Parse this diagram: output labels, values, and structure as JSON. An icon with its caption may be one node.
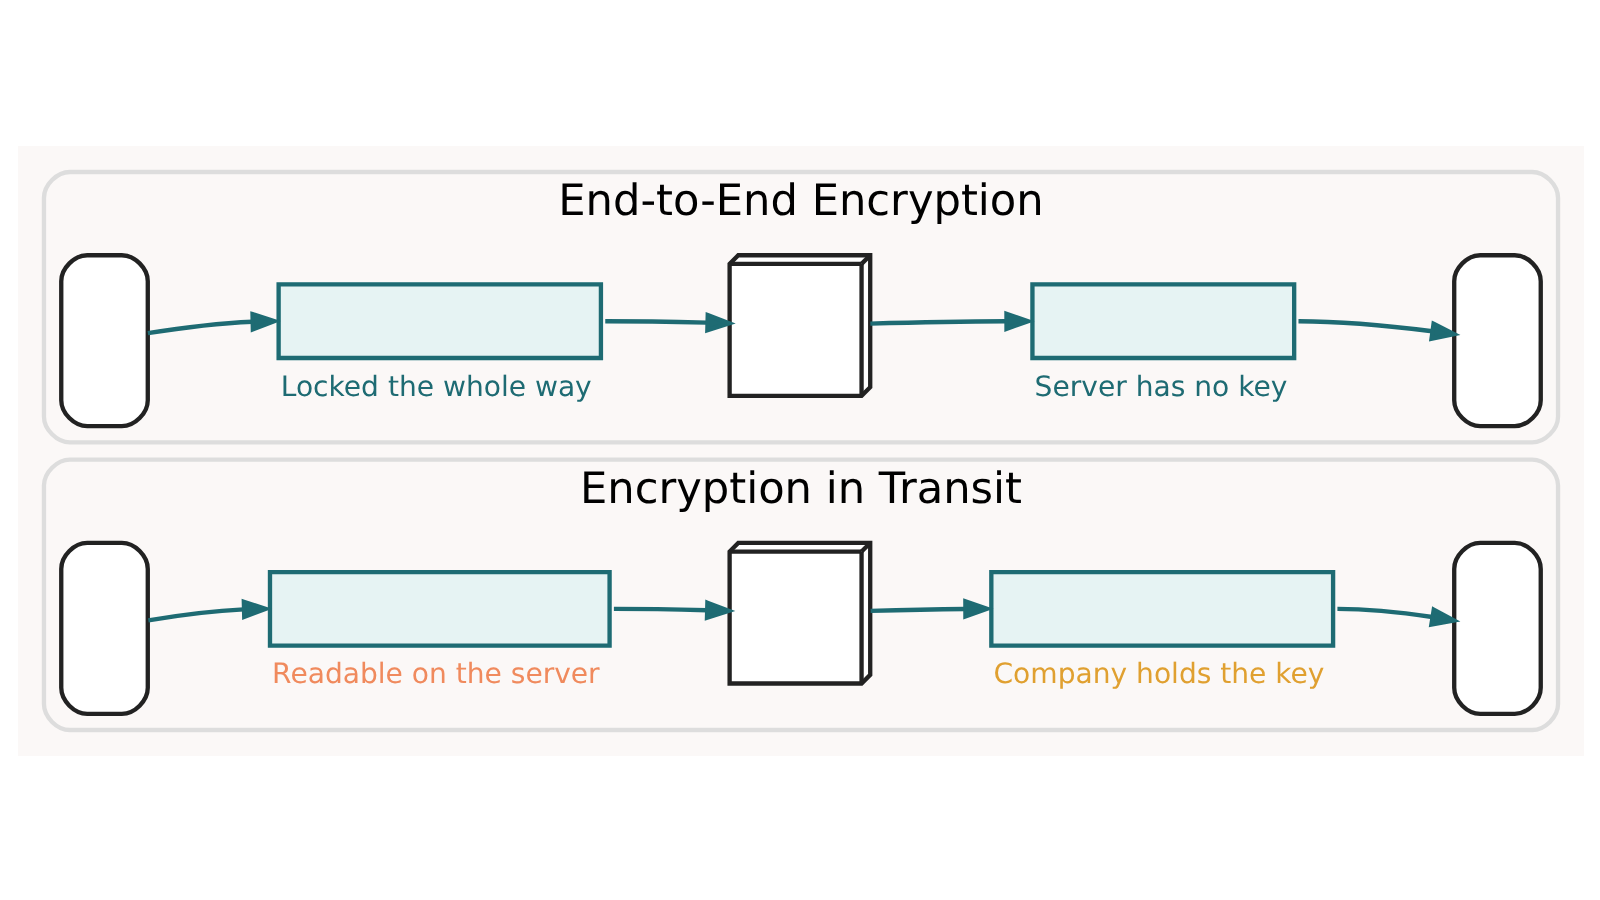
{
  "diagram": {
    "nodes": [
      {
        "text": [
          "End-to-End Encryption"
        ]
      },
      {
        "text": [],
        "shape": "phone",
        "in": 0
      },
      {
        "text": [],
        "shape": "message",
        "in": 0,
        "beside": [
          "Locked the whole way"
        ]
      },
      {
        "text": [],
        "shape": "server",
        "in": 0
      },
      {
        "text": [],
        "shape": "message",
        "in": 0,
        "beside": [
          "Server has no key"
        ]
      },
      {
        "text": [],
        "shape": "phone",
        "in": 0
      },
      {
        "text": [
          "Encryption in Transit"
        ]
      },
      {
        "text": [],
        "shape": "phone",
        "in": 6
      },
      {
        "text": [],
        "shape": "message",
        "in": 6,
        "beside": [
          "Readable on the server"
        ]
      },
      {
        "text": [],
        "shape": "server",
        "in": 6
      },
      {
        "text": [],
        "shape": "message",
        "in": 6,
        "beside": [
          "Company holds the key"
        ]
      },
      {
        "text": [],
        "shape": "phone",
        "in": 6
      }
    ],
    "edges": [
      {
        "from": 1,
        "to": 2,
        "arrow": "to"
      },
      {
        "from": 2,
        "to": 3,
        "arrow": "to"
      },
      {
        "from": 3,
        "to": 4,
        "arrow": "to"
      },
      {
        "from": 4,
        "to": 5,
        "arrow": "to"
      },
      {
        "from": 7,
        "to": 8,
        "arrow": "to"
      },
      {
        "from": 8,
        "to": 9,
        "arrow": "to"
      },
      {
        "from": 9,
        "to": 10,
        "arrow": "to"
      },
      {
        "from": 10,
        "to": 11,
        "arrow": "to"
      }
    ]
  }
}
